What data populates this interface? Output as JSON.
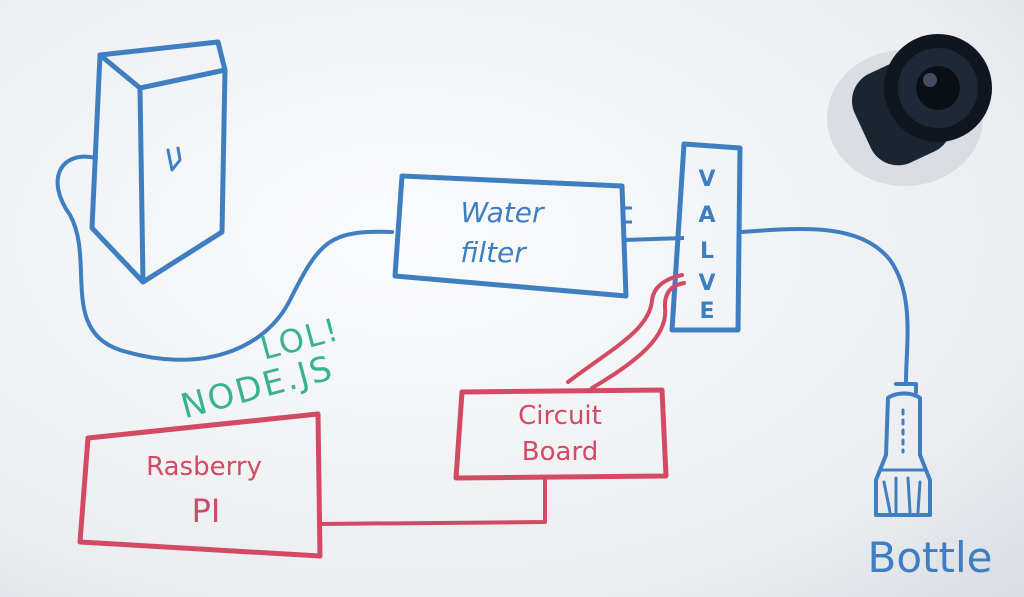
{
  "diagram": {
    "water_filter": {
      "line1": "Water",
      "line2": "filter"
    },
    "valve": {
      "letters": [
        "V",
        "A",
        "L",
        "V",
        "E"
      ]
    },
    "circuit_board": {
      "line1": "Circuit",
      "line2": "Board"
    },
    "raspberry_pi": {
      "line1": "Rasberry",
      "line2": "PI"
    },
    "note": {
      "line1": "NODE.JS",
      "line2": "LOL!"
    },
    "bottle": {
      "label": "Bottle"
    }
  },
  "colors": {
    "blue_marker": "#3f7ec0",
    "red_marker": "#d24a63",
    "green_marker": "#39b38e",
    "board": "#f3f5f7"
  }
}
